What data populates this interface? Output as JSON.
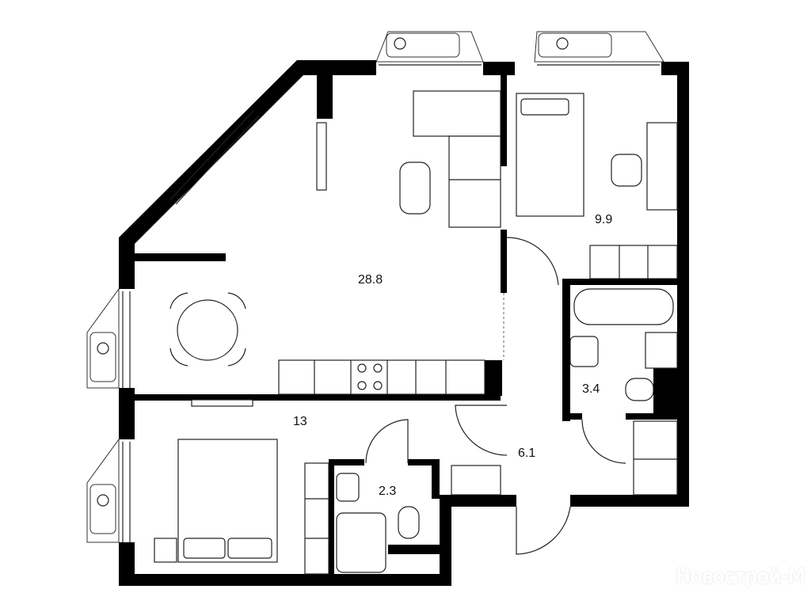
{
  "plan": {
    "rooms": [
      {
        "name": "living-kitchen",
        "area": "28.8"
      },
      {
        "name": "bedroom-small",
        "area": "9.9"
      },
      {
        "name": "bathroom",
        "area": "3.4"
      },
      {
        "name": "bedroom",
        "area": "13"
      },
      {
        "name": "hallway",
        "area": "6.1"
      },
      {
        "name": "toilet",
        "area": "2.3"
      }
    ],
    "watermark": "Новострой-М"
  }
}
